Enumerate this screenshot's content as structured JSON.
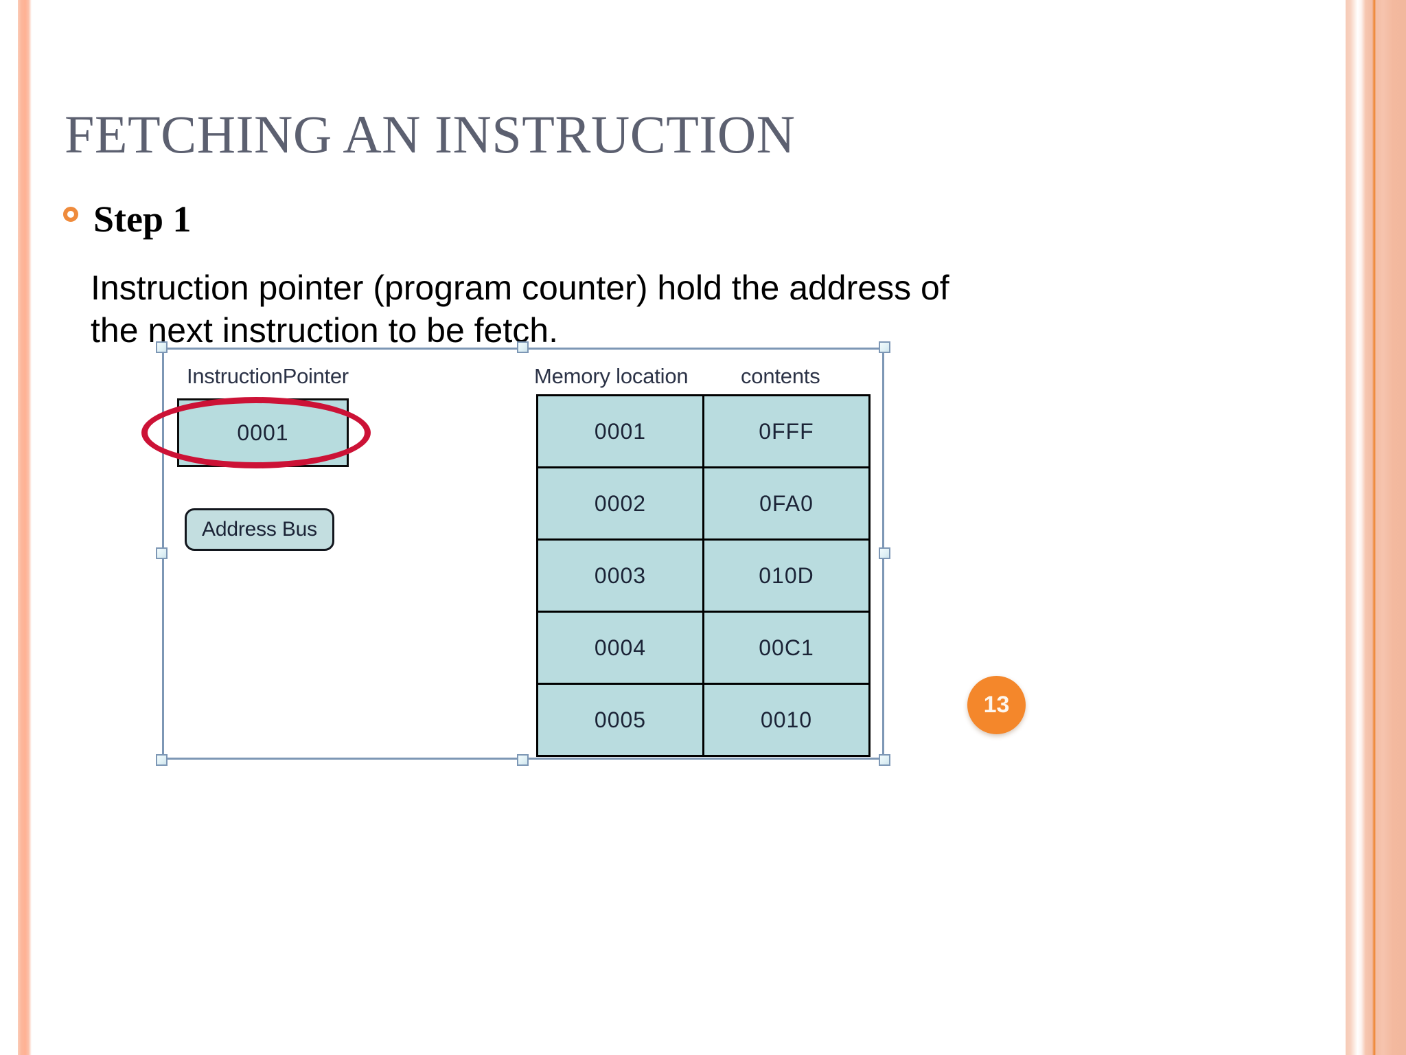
{
  "slide": {
    "title": "FETCHING AN INSTRUCTION",
    "page_number": "13",
    "title_color": "#5c6070",
    "accent_color": "#ef8b3c"
  },
  "bullet": {
    "icon": "ring-bullet-icon",
    "label": "Step 1"
  },
  "body": {
    "paragraph": "Instruction pointer (program counter) hold the address of the next instruction to be fetch."
  },
  "diagram": {
    "instruction_pointer": {
      "label": "InstructionPointer",
      "value": "0001",
      "highlight_color": "#cc1236",
      "fill_color": "#b7dcde"
    },
    "address_bus": {
      "label": "Address Bus",
      "fill_color": "#c3dee0"
    },
    "memory": {
      "headers": [
        "Memory location",
        "contents"
      ],
      "rows": [
        {
          "location": "0001",
          "contents": "0FFF"
        },
        {
          "location": "0002",
          "contents": "0FA0"
        },
        {
          "location": "0003",
          "contents": "010D"
        },
        {
          "location": "0004",
          "contents": "00C1"
        },
        {
          "location": "0005",
          "contents": "0010"
        }
      ],
      "fill_color": "#b9dcdf"
    }
  }
}
